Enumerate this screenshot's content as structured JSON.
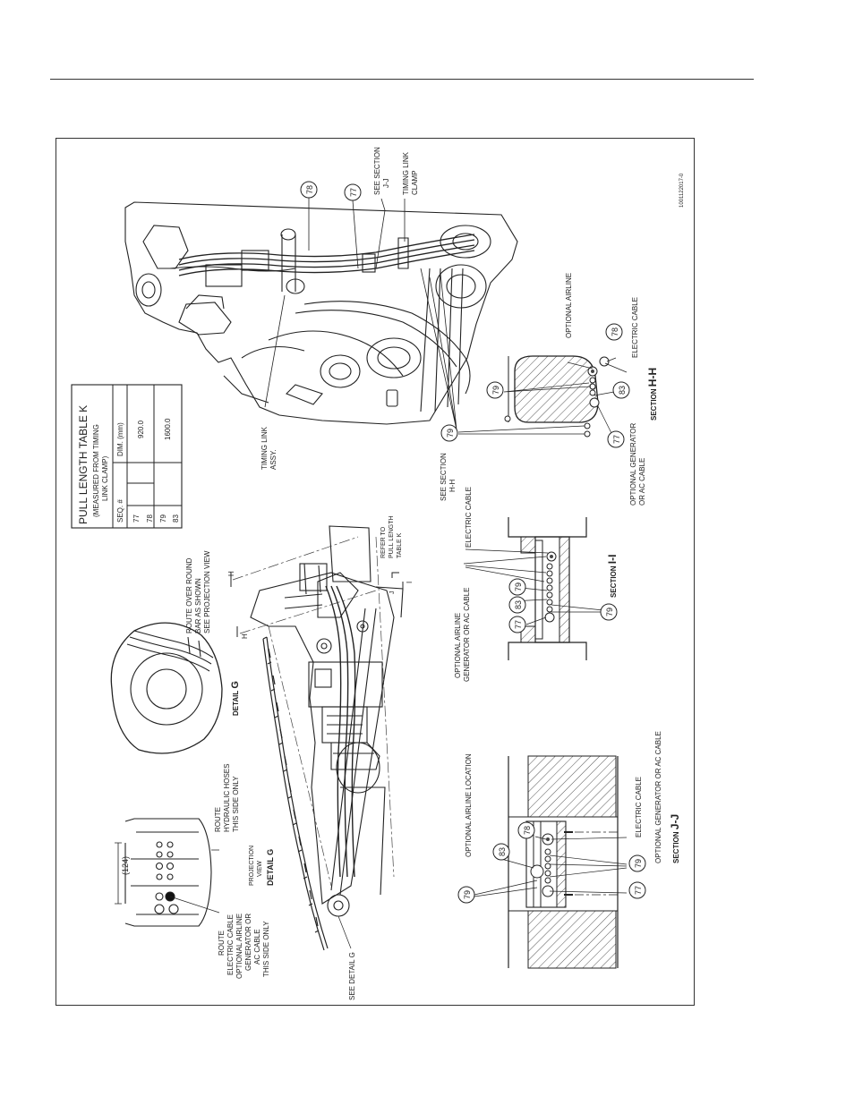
{
  "drawing_number": "1001122017-0",
  "pull_table": {
    "title": "PULL LENGTH TABLE K",
    "subtitle1": "(MEASURED FROM TIMING",
    "subtitle2": "LINK CLAMP)",
    "col1_header": "SEQ. #",
    "col2_header": "DIM. (mm)",
    "rows": [
      {
        "seq": "77",
        "dim": "920.0"
      },
      {
        "seq": "78",
        "dim": ""
      },
      {
        "seq": "79",
        "dim": "1600.0"
      },
      {
        "seq": "83",
        "dim": ""
      }
    ]
  },
  "labels": {
    "see_section_jj_1": "SEE SECTION",
    "see_section_jj_2": "J-J",
    "timing_link_clamp_1": "TIMING LINK",
    "timing_link_clamp_2": "CLAMP",
    "timing_link_assy_1": "TIMING LINK",
    "timing_link_assy_2": "ASSY.",
    "see_section_hh_1": "SEE SECTION",
    "see_section_hh_2": "H-H",
    "hh_optional_airline": "OPTIONAL AIRLINE",
    "hh_electric_cable": "ELECTRIC CABLE",
    "hh_optional_generator_1": "OPTIONAL GENERATOR",
    "hh_optional_generator_2": "OR AC CABLE",
    "section_hh_prefix": "SECTION",
    "section_hh_letter": "H-H",
    "route_over_1": "ROUTE OVER ROUND",
    "route_over_2": "BAR AS SHOWN",
    "route_over_3": "SEE PROJECTION VIEW",
    "refer_to_1": "REFER TO",
    "refer_to_2": "PULL LENGTH",
    "refer_to_3": "TABLE K",
    "ii_electric_cable": "ELECTRIC CABLE",
    "ii_optional_airline": "OPTIONAL AIRLINE",
    "ii_generator": "GENERATOR OR AC CABLE",
    "section_ii_prefix": "SECTION",
    "section_ii_letter": "I-I",
    "detail_g_prefix": "DETAIL",
    "detail_g_letter": "G",
    "dim_124": "(124)",
    "route_hyd_1": "ROUTE",
    "route_hyd_2": "HYDRAULIC HOSES",
    "route_hyd_3": "THIS SIDE ONLY",
    "projection_1": "PROJECTION",
    "projection_2": "VIEW",
    "projection_detail": "DETAIL G",
    "route_elec_1": "ROUTE",
    "route_elec_2": "ELECTRIC CABLE",
    "route_elec_3": "OPTIONAL AIRLINE",
    "route_elec_4": "GENERATOR OR",
    "route_elec_5": "AC CABLE",
    "route_elec_6": "THIS SIDE ONLY",
    "see_detail_g": "SEE DETAIL  G",
    "jj_optional_airline": "OPTIONAL  AIRLINE LOCATION",
    "jj_electric_cable": "ELECTRIC CABLE",
    "jj_optional_generator": "OPTIONAL GENERATOR OR AC CABLE",
    "section_jj_prefix": "SECTION",
    "section_jj_letter": "J-J",
    "cut_h": "H",
    "cut_j": "J",
    "cut_i": "I"
  },
  "balloons": {
    "b78_top": "78",
    "b77_top": "77",
    "b79_mid": "79",
    "b79_hh": "79",
    "b83_hh": "83",
    "b78_hh": "78",
    "b77_hh": "77",
    "b77_ii": "77",
    "b83_ii": "83",
    "b79_ii": "79",
    "b79_ii_low": "79",
    "b79_jj": "79",
    "b83_jj": "83",
    "b78_jj": "78",
    "b79_jj_low": "79",
    "b77_jj_low": "77"
  }
}
